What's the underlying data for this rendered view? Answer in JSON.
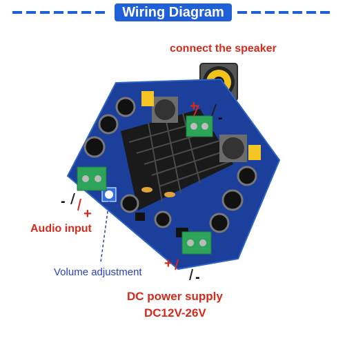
{
  "header": {
    "title": "Wiring Diagram"
  },
  "labels": {
    "speaker": "connect the speaker",
    "audio_input": "Audio input",
    "volume": "Volume adjustment",
    "dc_supply": "DC power supply",
    "voltage": "DC12V-26V"
  },
  "polarity": {
    "plus": "+",
    "minus": "-"
  },
  "icons": {
    "speaker": "speaker-icon",
    "board": "amplifier-board"
  },
  "colors": {
    "title_bg": "#1f5fd8",
    "label_red": "#d42a1c",
    "label_blue": "#2a3fc0",
    "pcb_blue": "#1b3f9a",
    "terminal_green": "#2ea35a"
  }
}
